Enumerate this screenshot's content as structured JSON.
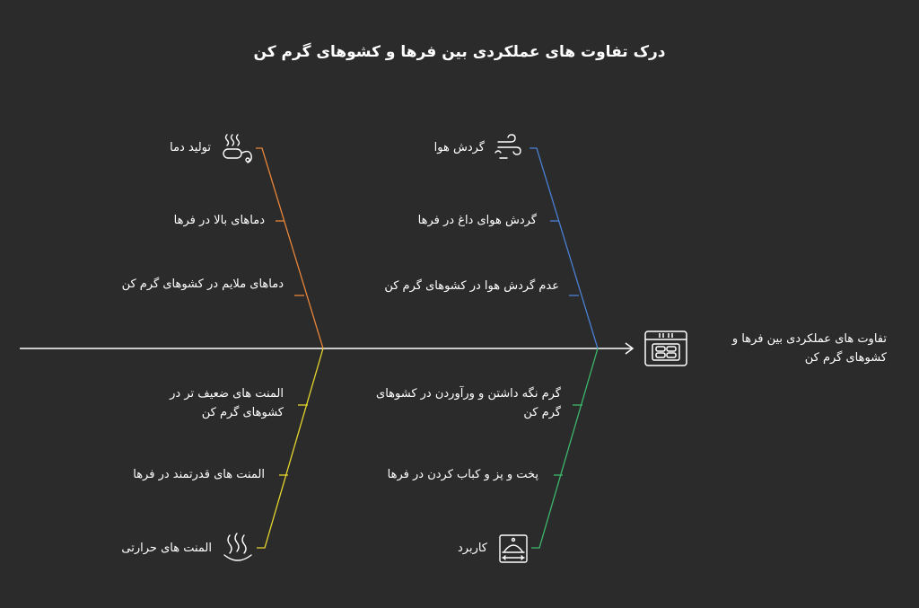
{
  "title": "درک تفاوت های عملکردی بین فرها و کشوهای گرم کن",
  "head": "تفاوت های عملکردی بین فرها و کشوهای گرم کن",
  "colors": {
    "background": "#2b2b2b",
    "spine": "#ffffff",
    "heat": "#e8853a",
    "air": "#4a7fd4",
    "elements": "#e6d62e",
    "usage": "#3db86b"
  },
  "branches": {
    "heat": {
      "category": "تولید دما",
      "icon": "steam-pot-icon",
      "items": [
        "دماهای بالا در فرها",
        "دماهای ملایم در کشوهای گرم کن"
      ]
    },
    "air": {
      "category": "گردش هوا",
      "icon": "wind-icon",
      "items": [
        "گردش هوای داغ در فرها",
        "عدم گردش هوا در کشوهای گرم کن"
      ]
    },
    "elements": {
      "category": "المنت های حرارتی",
      "icon": "heat-waves-icon",
      "items": [
        "المنت های ضعیف تر در کشوهای گرم کن",
        "المنت های قدرتمند در فرها"
      ]
    },
    "usage": {
      "category": "کاربرد",
      "icon": "serving-dish-icon",
      "items": [
        "گرم نگه داشتن و ورآوردن در کشوهای گرم کن",
        "پخت و پز و کباب کردن در فرها"
      ]
    }
  }
}
